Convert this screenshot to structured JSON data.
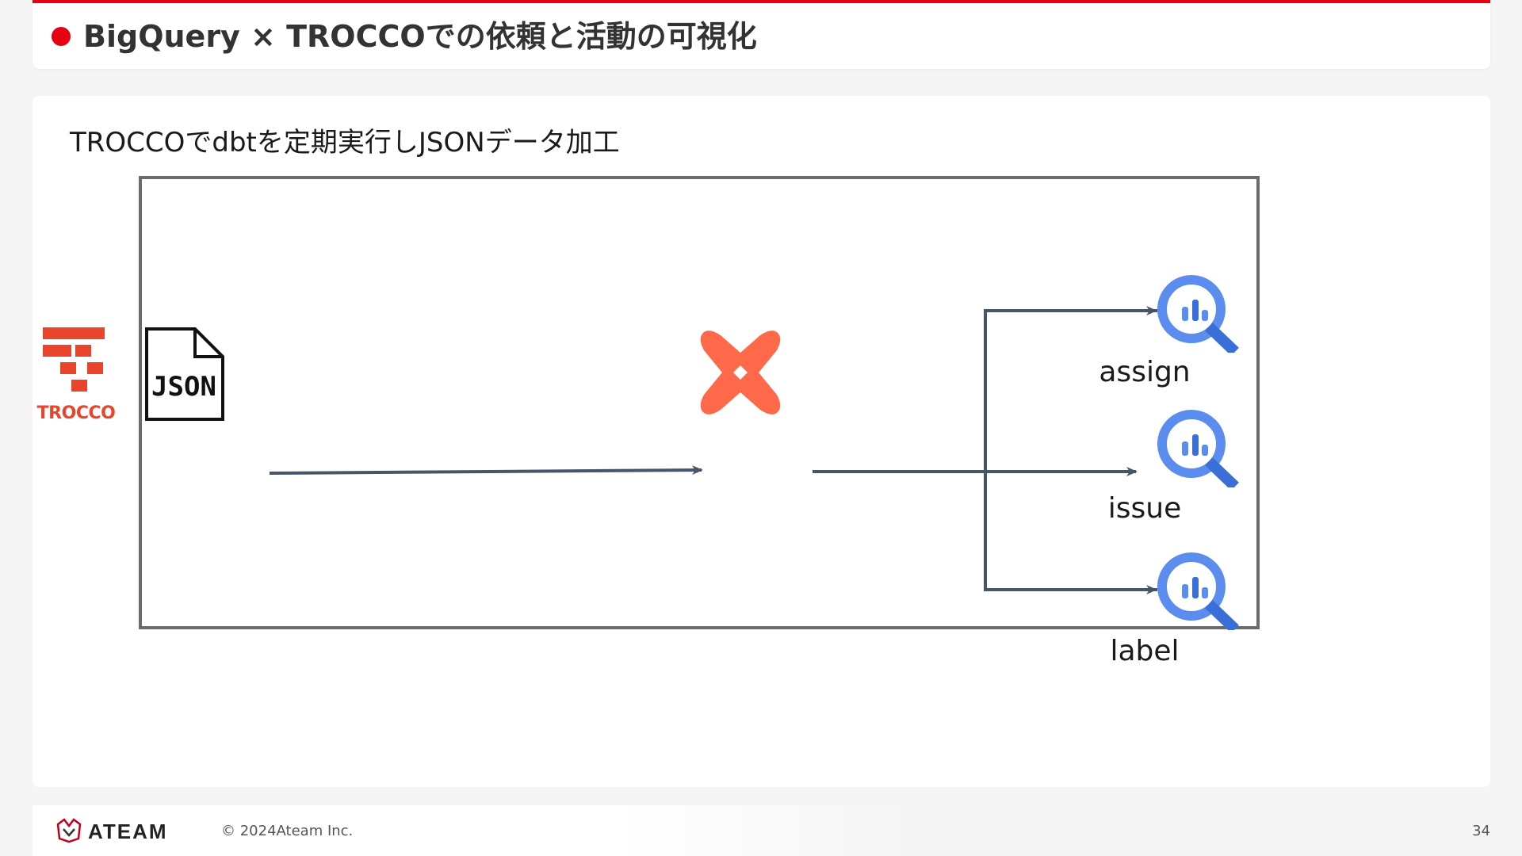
{
  "header": {
    "title": "BigQuery × TROCCOでの依頼と活動の可視化"
  },
  "slide": {
    "subtitle": "TROCCOでdbtを定期実行しJSONデータ加工"
  },
  "diagram": {
    "trocco_label": "TROCCO",
    "json_label": "JSON",
    "outputs": [
      {
        "label": "assign"
      },
      {
        "label": "issue"
      },
      {
        "label": "label"
      }
    ],
    "colors": {
      "arrow": "#475569",
      "frame": "#6b6b6b",
      "trocco": "#e8452c",
      "dbt": "#fe6a49",
      "bigquery": "#5b8def"
    }
  },
  "footer": {
    "brand": "ATEAM",
    "copyright": "© 2024Ateam Inc.",
    "page_number": "34"
  }
}
